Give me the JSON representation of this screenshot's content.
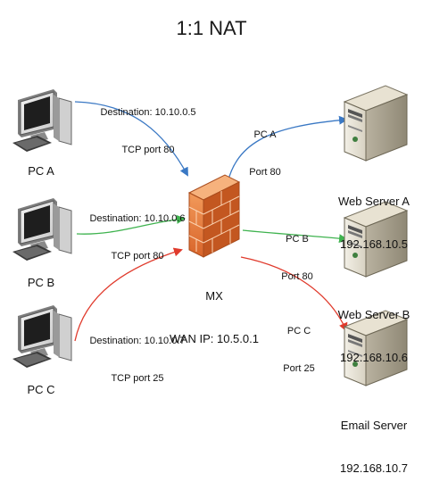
{
  "title": "1:1 NAT",
  "clients": [
    {
      "name": "PC A",
      "dest_line": "Destination: 10.10.0.5",
      "port_line": "TCP port 80",
      "color": "#3a78c4"
    },
    {
      "name": "PC B",
      "dest_line": "Destination: 10.10.0.6",
      "port_line": "TCP port 80",
      "color": "#3fb34f"
    },
    {
      "name": "PC C",
      "dest_line": "Destination: 10.10.0.7",
      "port_line": "TCP port 25",
      "color": "#e03a2c"
    }
  ],
  "firewall": {
    "name": "MX",
    "wan": "WAN IP: 10.5.0.1"
  },
  "servers": [
    {
      "name": "Web Server A",
      "ip": "192.168.10.5",
      "from_line": "PC A",
      "port_line": "Port 80",
      "color": "#3a78c4"
    },
    {
      "name": "Web Server B",
      "ip": "192.168.10.6",
      "from_line": "PC B",
      "port_line": "Port 80",
      "color": "#3fb34f"
    },
    {
      "name": "Email Server",
      "ip": "192.168.10.7",
      "from_line": "PC C",
      "port_line": "Port 25",
      "color": "#e03a2c"
    }
  ]
}
